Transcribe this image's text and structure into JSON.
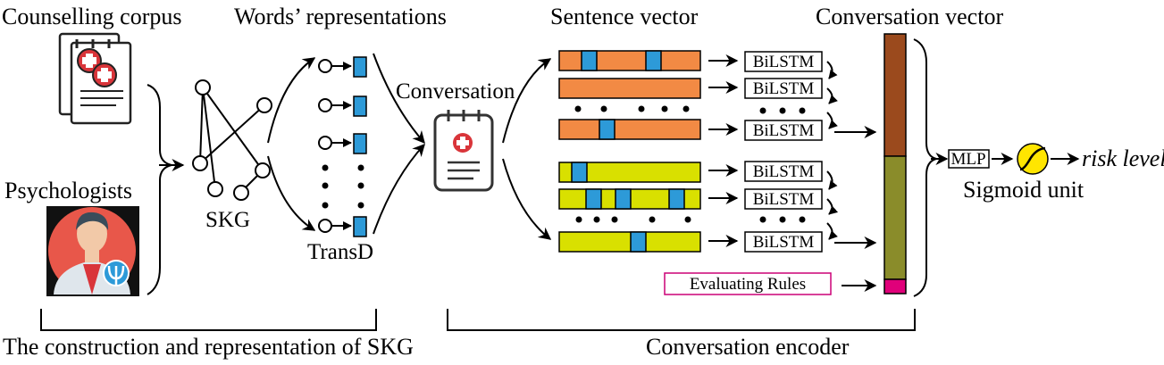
{
  "labels": {
    "counselling_corpus": "Counselling corpus",
    "psychologists": "Psychologists",
    "words_repr": "Words’ representations",
    "skg": "SKG",
    "transd": "TransD",
    "conversation": "Conversation",
    "sentence_vector": "Sentence vector",
    "conversation_vector": "Conversation vector",
    "bilstm": "BiLSTM",
    "evaluating_rules": "Evaluating Rules",
    "mlp": "MLP",
    "risk_level": "risk level",
    "sigmoid_unit": "Sigmoid unit",
    "section_skg": "The construction and representation of SKG",
    "section_encoder": "Conversation encoder"
  },
  "colors": {
    "orange": "#f28a44",
    "yellow": "#d9e000",
    "blue_token": "#2d9ad8",
    "conv_vec_top": "#9b4a1d",
    "conv_vec_bottom": "#8a8c2a",
    "conv_vec_rules": "#e0007a",
    "rules_border": "#cc0077",
    "sigmoid_fill": "#ffe500",
    "icon_red": "#d9353a"
  },
  "icons": [
    "document-stack-icon",
    "psychologist-avatar-icon",
    "clipboard-medical-icon",
    "sigmoid-icon"
  ]
}
